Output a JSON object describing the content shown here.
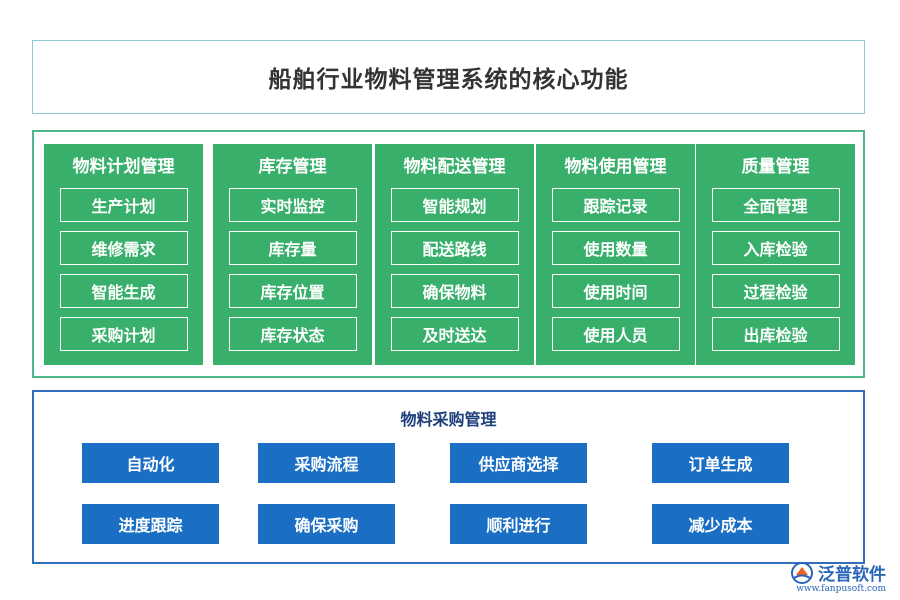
{
  "title": "船舶行业物料管理系统的核心功能",
  "modules": [
    {
      "title": "物料计划管理",
      "items": [
        "生产计划",
        "维修需求",
        "智能生成",
        "采购计划"
      ]
    },
    {
      "title": "库存管理",
      "items": [
        "实时监控",
        "库存量",
        "库存位置",
        "库存状态"
      ]
    },
    {
      "title": "物料配送管理",
      "items": [
        "智能规划",
        "配送路线",
        "确保物料",
        "及时送达"
      ]
    },
    {
      "title": "物料使用管理",
      "items": [
        "跟踪记录",
        "使用数量",
        "使用时间",
        "使用人员"
      ]
    },
    {
      "title": "质量管理",
      "items": [
        "全面管理",
        "入库检验",
        "过程检验",
        "出库检验"
      ]
    }
  ],
  "purchase": {
    "title": "物料采购管理",
    "row1": [
      "自动化",
      "采购流程",
      "供应商选择",
      "订单生成"
    ],
    "row2": [
      "进度跟踪",
      "确保采购",
      "顺利进行",
      "减少成本"
    ]
  },
  "watermark": {
    "brand": "泛普软件",
    "url": "www.fanpusoft.com"
  },
  "colors": {
    "module_green": "#38b06b",
    "purchase_blue": "#1a6fc4",
    "title_border": "#8fc9dc"
  }
}
